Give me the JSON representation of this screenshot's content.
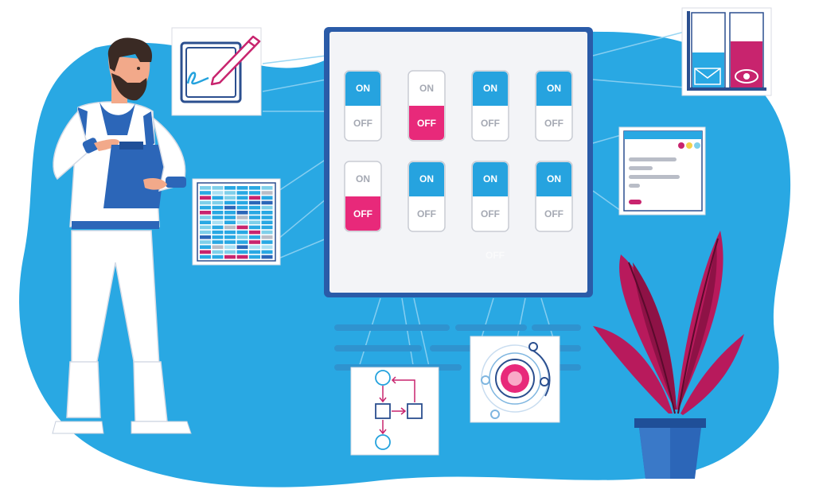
{
  "switch_panel": {
    "switches": [
      {
        "on_label": "ON",
        "off_label": "OFF",
        "state": "on"
      },
      {
        "on_label": "ON",
        "off_label": "OFF",
        "state": "off"
      },
      {
        "on_label": "ON",
        "off_label": "OFF",
        "state": "on"
      },
      {
        "on_label": "ON",
        "off_label": "OFF",
        "state": "on"
      },
      {
        "on_label": "ON",
        "off_label": "OFF",
        "state": "off"
      },
      {
        "on_label": "ON",
        "off_label": "OFF",
        "state": "on"
      },
      {
        "on_label": "ON",
        "off_label": "OFF",
        "state": "on"
      },
      {
        "on_label": "ON",
        "off_label": "OFF",
        "state": "on"
      }
    ],
    "faint_label": "OFF"
  },
  "colors": {
    "blob_blue": "#29a8e3",
    "on_blue": "#26a3df",
    "off_pink": "#e8297a",
    "frame_navy": "#2a5ba8",
    "plant_magenta": "#b81a5c",
    "pot_blue": "#2c66b8"
  },
  "icons": [
    "signature-card-icon",
    "spreadsheet-card-icon",
    "email-visibility-card-icon",
    "form-window-card-icon",
    "flowchart-card-icon",
    "record-button-card-icon"
  ]
}
